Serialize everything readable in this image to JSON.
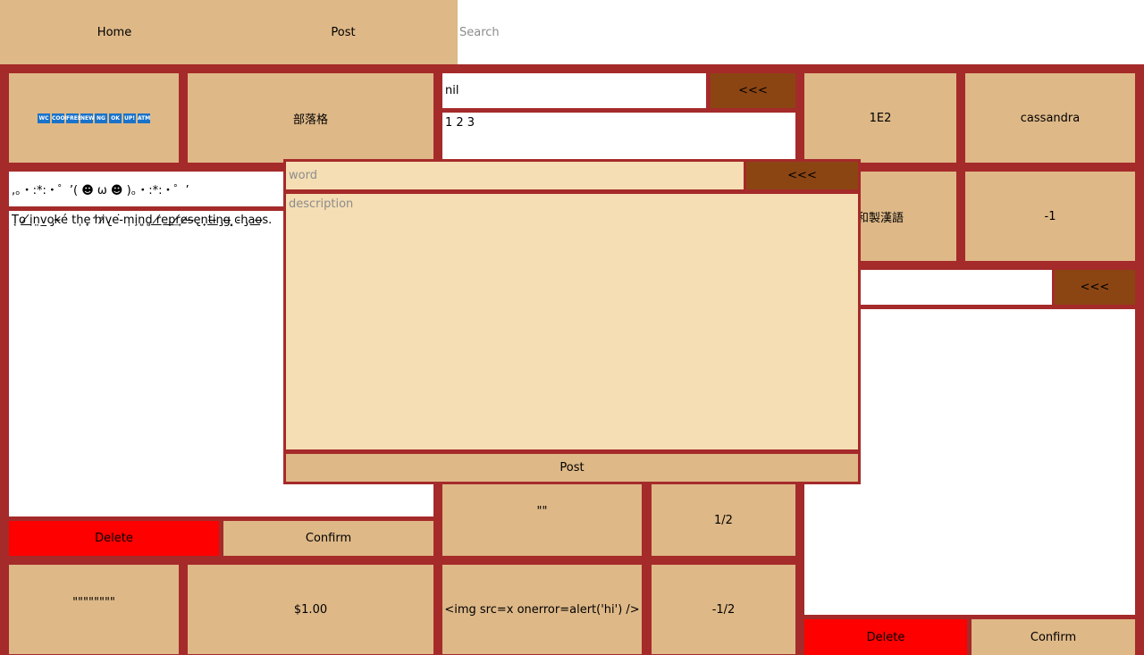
{
  "nav": {
    "home": "Home",
    "post": "Post",
    "search_placeholder": "Search"
  },
  "cards": {
    "emoji_badges": [
      "WC",
      "COOL",
      "FREE",
      "NEW",
      "NG",
      "OK",
      "UP!",
      "ATM"
    ],
    "tribe": "部落格",
    "e_notation": "1E2",
    "cassandra": "cassandra",
    "wasei_kango": "和製漢語",
    "minus_one": "-1",
    "empty_quotes": "\"\"",
    "half": "1/2",
    "many_quotes": "\"\"\"\"\"\"\"\"",
    "dollar": "$1.00",
    "img_tag": "<img src=x onerror=alert('hi') />",
    "minus_half": "-1/2"
  },
  "middle_editor": {
    "word_value": "nil",
    "back_label": "<<<",
    "description_text": "1 2 3"
  },
  "left_editor": {
    "word_value": ",。・:*:・゜’( ☻ ω ☻ )。・:*:・゜’",
    "description_text": "T̘o͟ ̸i̘n̤v̲o̡k̴é t͏h̩e̟ ̛h̛i̷v̢e͘-m̩i̧n̺d̺ ͟r̸e͟p͢r̸e̷s̶e̢n̟t͟i̶n̡g̶ ͓c̵h̡a͟o̶s.",
    "delete_label": "Delete",
    "confirm_label": "Confirm"
  },
  "right_editor": {
    "word_value": "",
    "back_label": "<<<",
    "description_text": "",
    "delete_label": "Delete",
    "confirm_label": "Confirm"
  },
  "modal": {
    "word_placeholder": "word",
    "back_label": "<<<",
    "description_placeholder": "description",
    "post_label": "Post"
  }
}
